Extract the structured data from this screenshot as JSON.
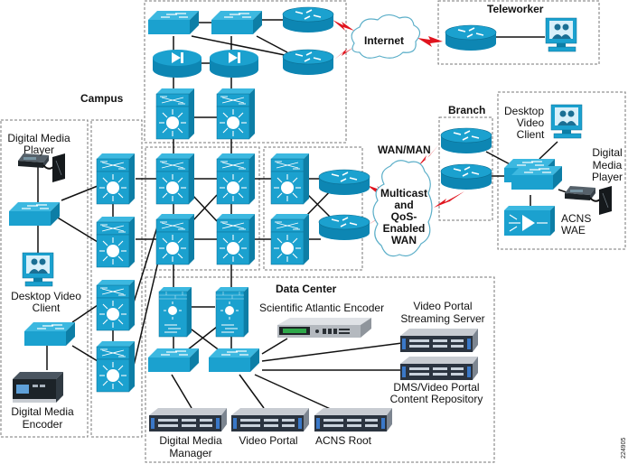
{
  "diagram": {
    "title": "Video network topology: Campus, Data Center, WAN/MAN, Branch, Teleworker",
    "figure_id": "224905",
    "colors": {
      "device_blue": "#1ba1cf",
      "device_dark": "#0d7ea6",
      "wan_link": "#e0141e",
      "cloud_outline": "#5aaec8",
      "zone_border": "#777777"
    },
    "zones": {
      "campus": "Campus",
      "data_center": "Data Center",
      "wan_man": "WAN/MAN",
      "branch": "Branch",
      "teleworker": "Teleworker"
    },
    "clouds": {
      "internet": "Internet",
      "wan": [
        "Multicast",
        "and",
        "QoS-",
        "Enabled",
        "WAN"
      ]
    },
    "labels": {
      "campus_player": [
        "Digital Media",
        "Player"
      ],
      "campus_desktop": [
        "Desktop Video",
        "Client"
      ],
      "campus_encoder": [
        "Digital Media",
        "Encoder"
      ],
      "sa_encoder": "Scientific Atlantic Encoder",
      "vp_streaming": [
        "Video Portal",
        "Streaming Server"
      ],
      "dms_repo": [
        "DMS/Video Portal",
        "Content Repository"
      ],
      "dmm": [
        "Digital Media",
        "Manager"
      ],
      "video_portal": "Video Portal",
      "acns_root": "ACNS Root",
      "branch_desktop": [
        "Desktop",
        "Video",
        "Client"
      ],
      "branch_player": [
        "Digital",
        "Media",
        "Player"
      ],
      "acns_wae": [
        "ACNS",
        "WAE"
      ]
    }
  }
}
